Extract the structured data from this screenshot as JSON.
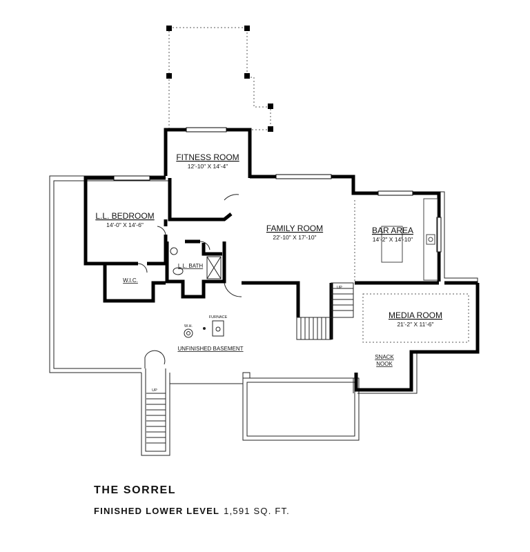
{
  "plan": {
    "rooms": [
      {
        "key": "fitness",
        "name": "FITNESS ROOM",
        "dims": "12'-10\" X 14'-4\""
      },
      {
        "key": "bedroom",
        "name": "L.L. BEDROOM",
        "dims": "14'-0\" X 14'-6\""
      },
      {
        "key": "family",
        "name": "FAMILY ROOM",
        "dims": "22'-10\" X 17'-10\""
      },
      {
        "key": "bar",
        "name": "BAR AREA",
        "dims": "14'-2\" X 14'-10\""
      },
      {
        "key": "media",
        "name": "MEDIA ROOM",
        "dims": "21'-2\" X 11'-6\""
      }
    ],
    "labels": {
      "wic": "W.I.C.",
      "bath": "L.L. BATH",
      "furnace": "FURNACE",
      "wh": "W.H.",
      "basement": "UNFINISHED BASEMENT",
      "snack_line1": "SNACK",
      "snack_line2": "NOOK",
      "stair_up": "UP"
    }
  },
  "caption": {
    "title": "THE SORREL",
    "level": "FINISHED LOWER LEVEL",
    "area": "1,591 SQ. FT."
  }
}
